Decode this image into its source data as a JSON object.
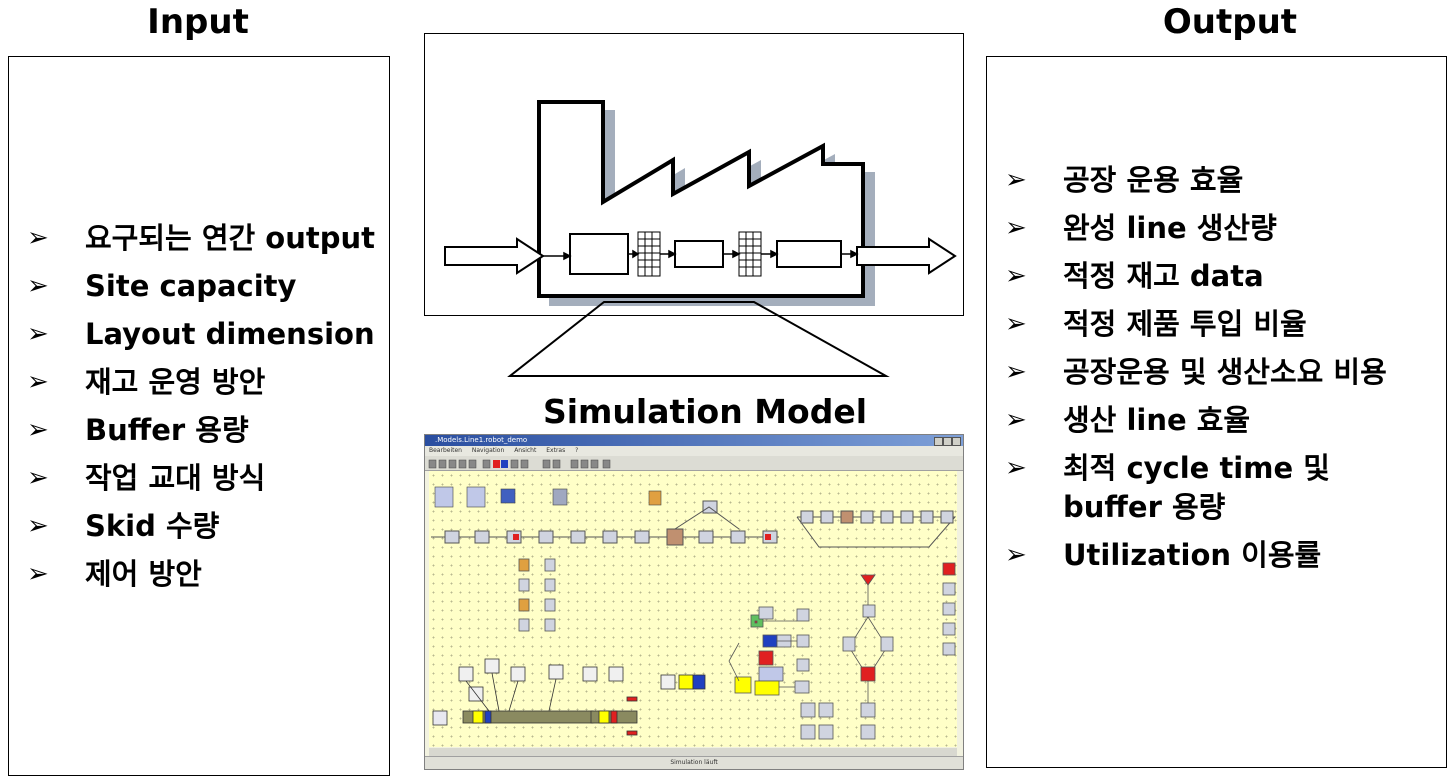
{
  "input": {
    "title": "Input",
    "items": [
      "요구되는 연간 output",
      "Site capacity",
      "Layout dimension",
      "재고 운영 방안",
      "Buffer 용량",
      "작업 교대 방식",
      "Skid 수량",
      "제어 방안"
    ]
  },
  "output": {
    "title": "Output",
    "items": [
      "공장 운용 효율",
      "완성 line 생산량",
      "적정 재고 data",
      "적정 제품 투입 비율",
      "공장운용 및 생산소요 비용",
      "생산 line 효율",
      "최적 cycle time 및 buffer 용량",
      "Utilization 이용률"
    ]
  },
  "bullet_glyph": "➢",
  "model": {
    "title": "Simulation Model",
    "window_title": ".Models.Line1.robot_demo",
    "menu": [
      "Bearbeiten",
      "Navigation",
      "Ansicht",
      "Extras",
      "?"
    ],
    "status": "Simulation läuft"
  },
  "colors": {
    "canvas": "#ffffc8",
    "shadow": "#a4aebc",
    "accent_red": "#e02020",
    "accent_blue": "#2040c0",
    "accent_yellow": "#ffff00"
  }
}
